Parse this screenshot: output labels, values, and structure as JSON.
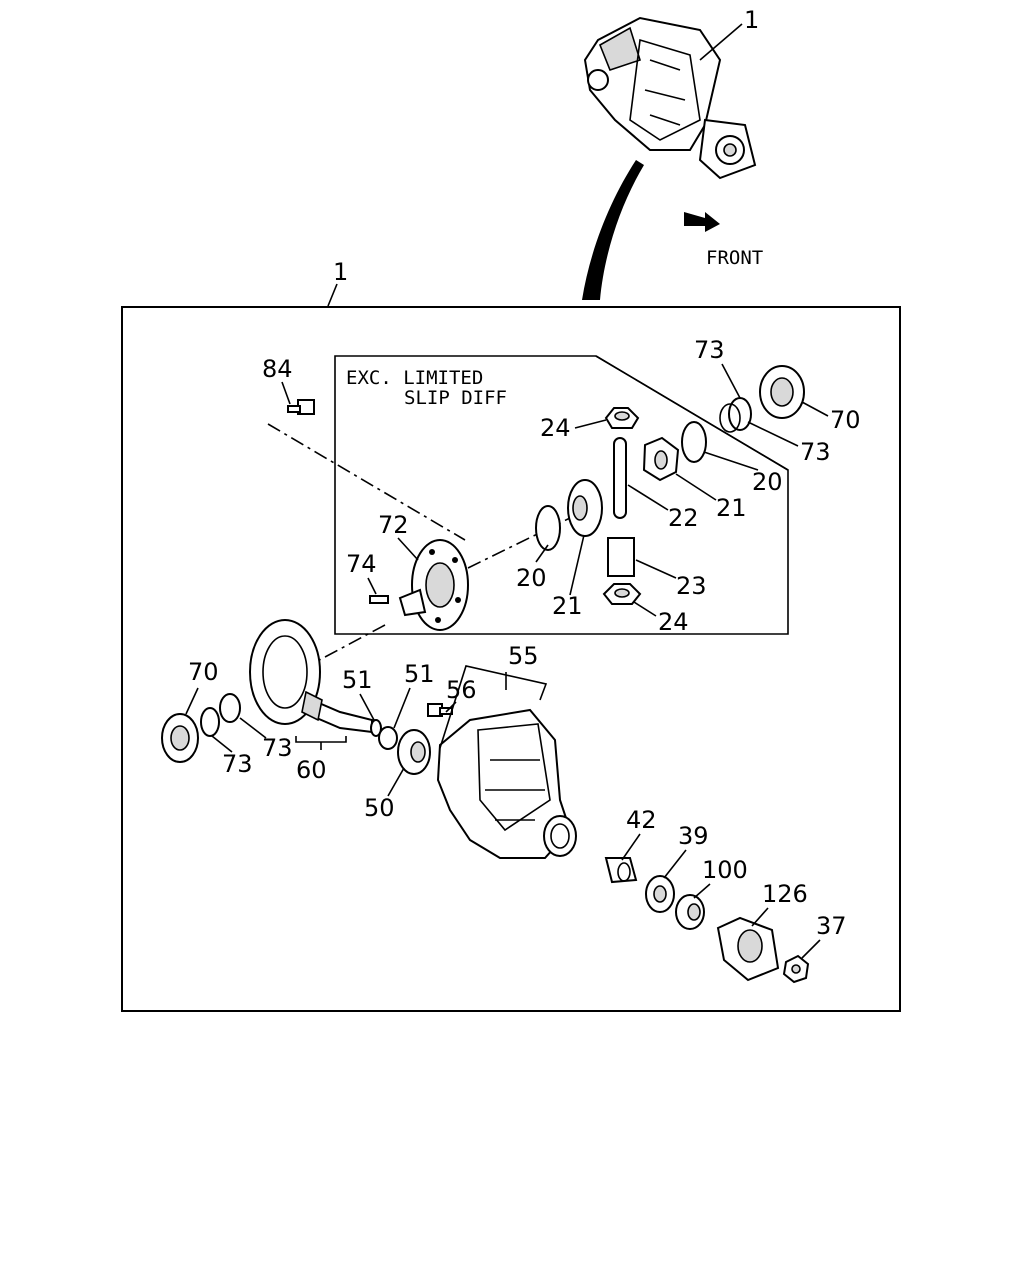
{
  "front_label": "FRONT",
  "note": {
    "line1": "EXC. LIMITED",
    "line2": "SLIP DIFF"
  },
  "callouts": {
    "c1_top": "1",
    "c1_box": "1",
    "c84": "84",
    "c72": "72",
    "c74": "74",
    "c73_a": "73",
    "c70_a": "70",
    "c73_b": "73",
    "c20_a": "20",
    "c24_a": "24",
    "c21_a": "21",
    "c22": "22",
    "c20_b": "20",
    "c21_b": "21",
    "c23": "23",
    "c24_b": "24",
    "c70_b": "70",
    "c73_c": "73",
    "c73_d": "73",
    "c60": "60",
    "c51_a": "51",
    "c51_b": "51",
    "c50": "50",
    "c56": "56",
    "c55": "55",
    "c42": "42",
    "c39": "39",
    "c100": "100",
    "c126": "126",
    "c37": "37"
  }
}
